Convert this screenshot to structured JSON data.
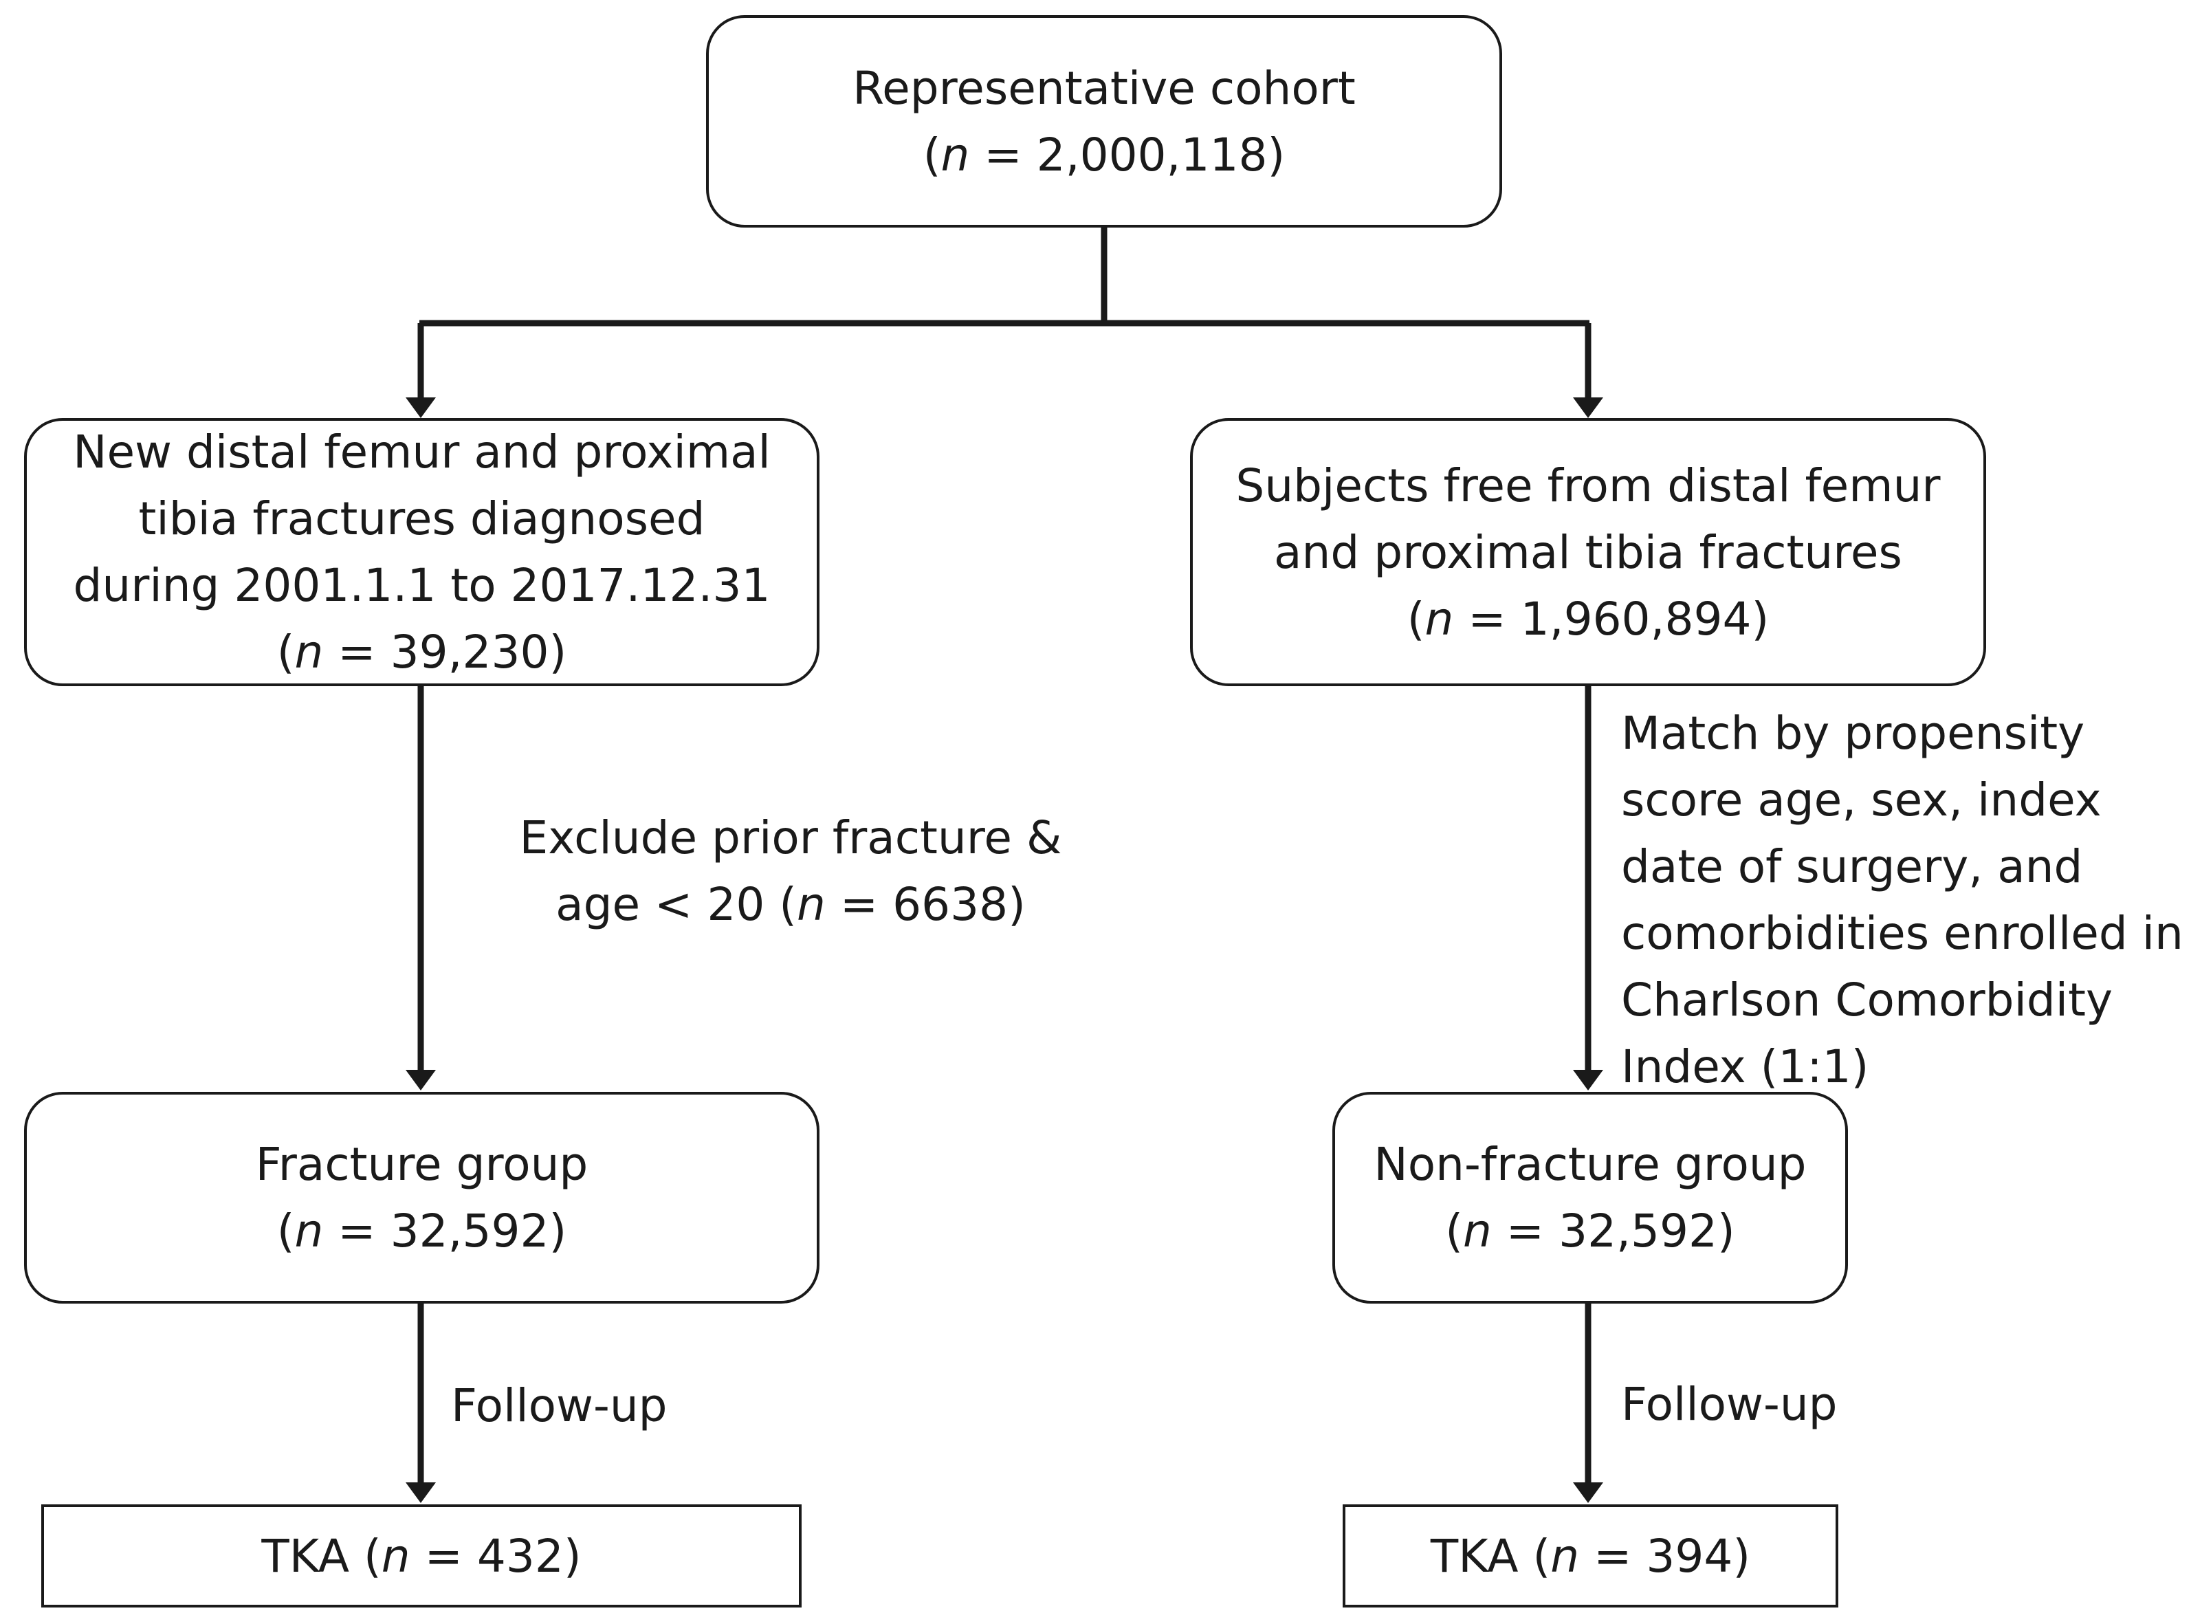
{
  "nodes": {
    "cohort": {
      "lines": [
        "Representative cohort"
      ],
      "count_prefix": "(",
      "n_var": "n",
      "count_text": " = 2,000,118)"
    },
    "fracture_dx": {
      "lines": [
        "New distal femur and proximal",
        "tibia fractures diagnosed",
        "during 2001.1.1 to 2017.12.31"
      ],
      "count_prefix": "(",
      "n_var": "n",
      "count_text": " = 39,230)"
    },
    "free": {
      "lines": [
        "Subjects free from distal femur",
        "and proximal tibia fractures"
      ],
      "count_prefix": "(",
      "n_var": "n",
      "count_text": " = 1,960,894)"
    },
    "fracture_group": {
      "lines": [
        "Fracture group"
      ],
      "count_prefix": "(",
      "n_var": "n",
      "count_text": " = 32,592)"
    },
    "nonfracture_group": {
      "lines": [
        "Non-fracture group"
      ],
      "count_prefix": "(",
      "n_var": "n",
      "count_text": " = 32,592)"
    },
    "tka_fracture": {
      "prefix": "TKA (",
      "n_var": "n",
      "count_text": " = 432)"
    },
    "tka_nonfracture": {
      "prefix": "TKA (",
      "n_var": "n",
      "count_text": " = 394)"
    }
  },
  "labels": {
    "exclude": {
      "line1": "Exclude prior fracture &",
      "line2_prefix": "age < 20 (",
      "n_var": "n",
      "line2_suffix": " = 6638)"
    },
    "match": {
      "lines": [
        "Match by propensity",
        "score age, sex, index",
        "date of surgery, and",
        "comorbidities enrolled in",
        "Charlson Comorbidity",
        "Index (1:1)"
      ]
    },
    "followup_left": "Follow-up",
    "followup_right": "Follow-up"
  },
  "colors": {
    "stroke": "#1a1a1a",
    "background": "#ffffff"
  }
}
